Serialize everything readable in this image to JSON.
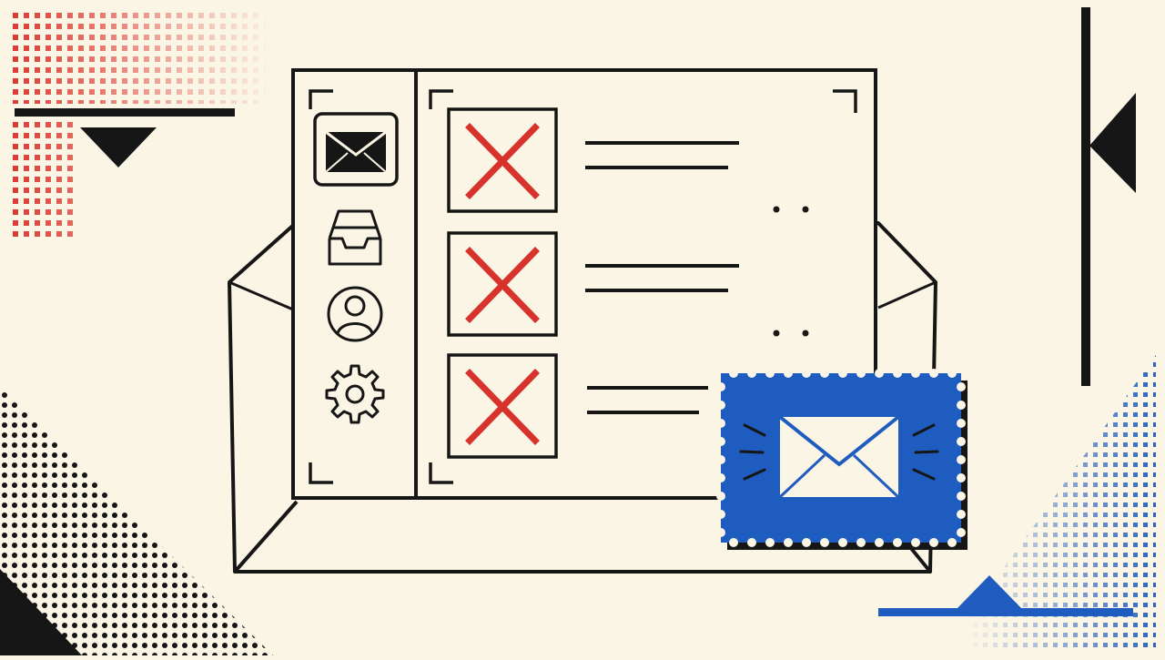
{
  "colors": {
    "background": "#fbf5e6",
    "ink": "#161616",
    "red": "#d8322c",
    "blue": "#1f5cc0",
    "envelope_fill": "#fbf5e6"
  },
  "sidebar": {
    "items": [
      {
        "icon": "mail-icon",
        "selected": true
      },
      {
        "icon": "inbox-tray-icon",
        "selected": false
      },
      {
        "icon": "user-profile-icon",
        "selected": false
      },
      {
        "icon": "gear-icon",
        "selected": false
      }
    ]
  },
  "messages": [
    {
      "status_icon": "x-mark-icon",
      "status": "failed"
    },
    {
      "status_icon": "x-mark-icon",
      "status": "failed"
    },
    {
      "status_icon": "x-mark-icon",
      "status": "failed"
    }
  ],
  "stamp": {
    "icon": "envelope-icon"
  }
}
